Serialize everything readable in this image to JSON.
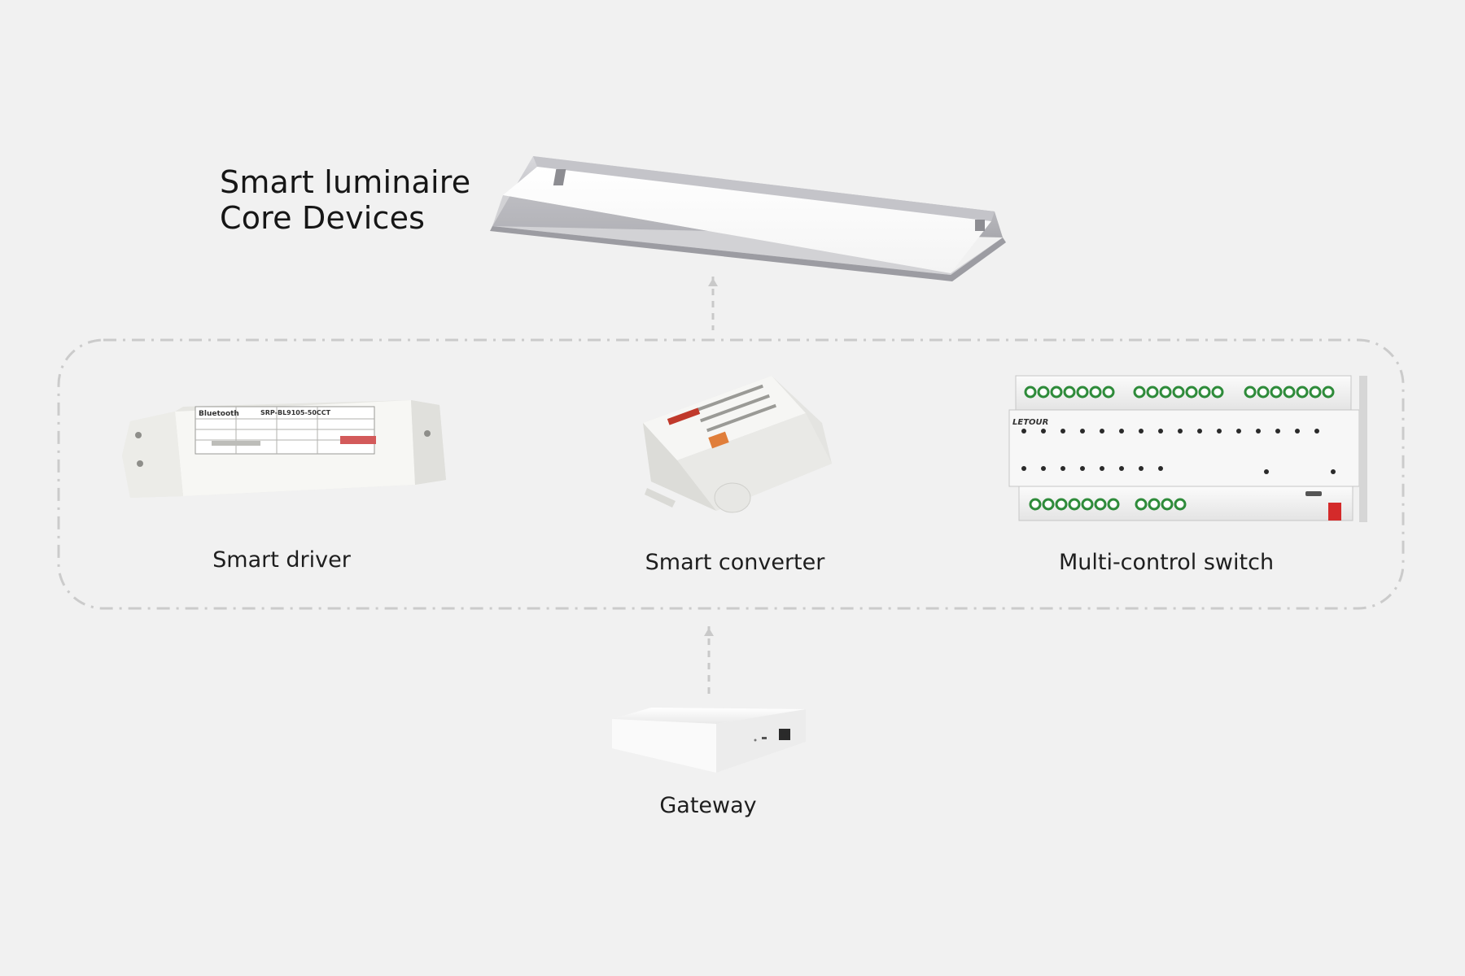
{
  "diagram": {
    "title_line1": "Smart luminaire",
    "title_line2": "Core Devices",
    "devices": {
      "driver": {
        "label": "Smart driver",
        "brand_text": "Bluetooth",
        "model_text": "SRP-BL9105-50CCT"
      },
      "converter": {
        "label": "Smart converter"
      },
      "switch": {
        "label": "Multi-control switch",
        "brand_text": "LETOUR"
      },
      "gateway": {
        "label": "Gateway"
      }
    }
  },
  "colors": {
    "background": "#f1f1f1",
    "dashed_line": "#c9c9c9",
    "device_body": "#f8f8f8",
    "terminal_green": "#2e8b3a",
    "button_red": "#d42a2a"
  },
  "icons": [
    "luminaire-panel-icon",
    "driver-device-icon",
    "converter-device-icon",
    "switch-device-icon",
    "gateway-device-icon"
  ]
}
